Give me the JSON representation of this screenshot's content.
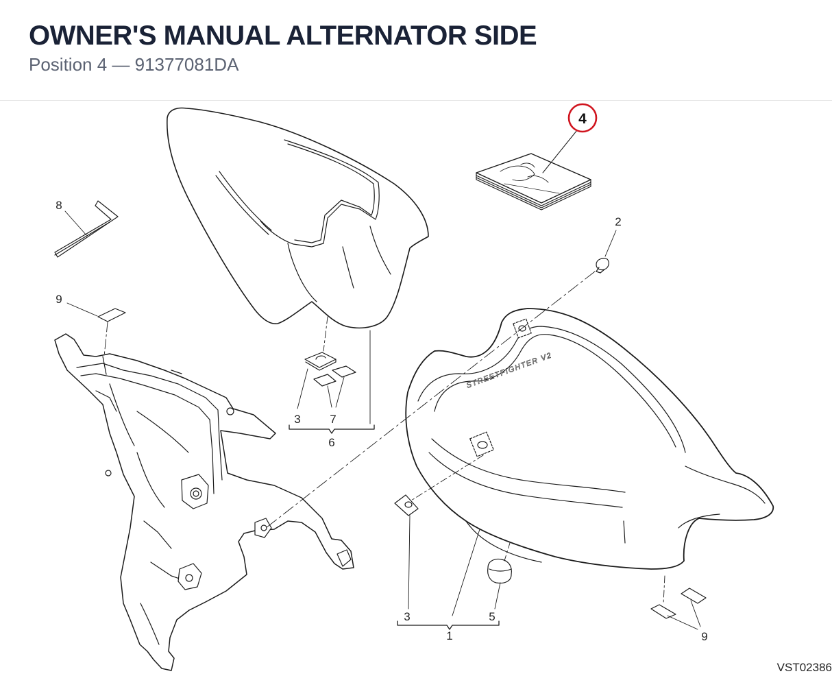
{
  "header": {
    "title": "OWNER'S MANUAL ALTERNATOR SIDE",
    "subtitle": "Position 4 — 91377081DA"
  },
  "diagram": {
    "highlight_color": "#d0141e",
    "highlighted_position": "4",
    "callouts": {
      "key8": "8",
      "label9a": "9",
      "screw2": "2",
      "cap3a": "3",
      "cap7": "7",
      "group6": "6",
      "pad3b": "3",
      "foot5": "5",
      "group1": "1",
      "label9b": "9"
    },
    "seat_print_text": "STREETFIGHTER V2",
    "drawing_code": "VST02386"
  }
}
